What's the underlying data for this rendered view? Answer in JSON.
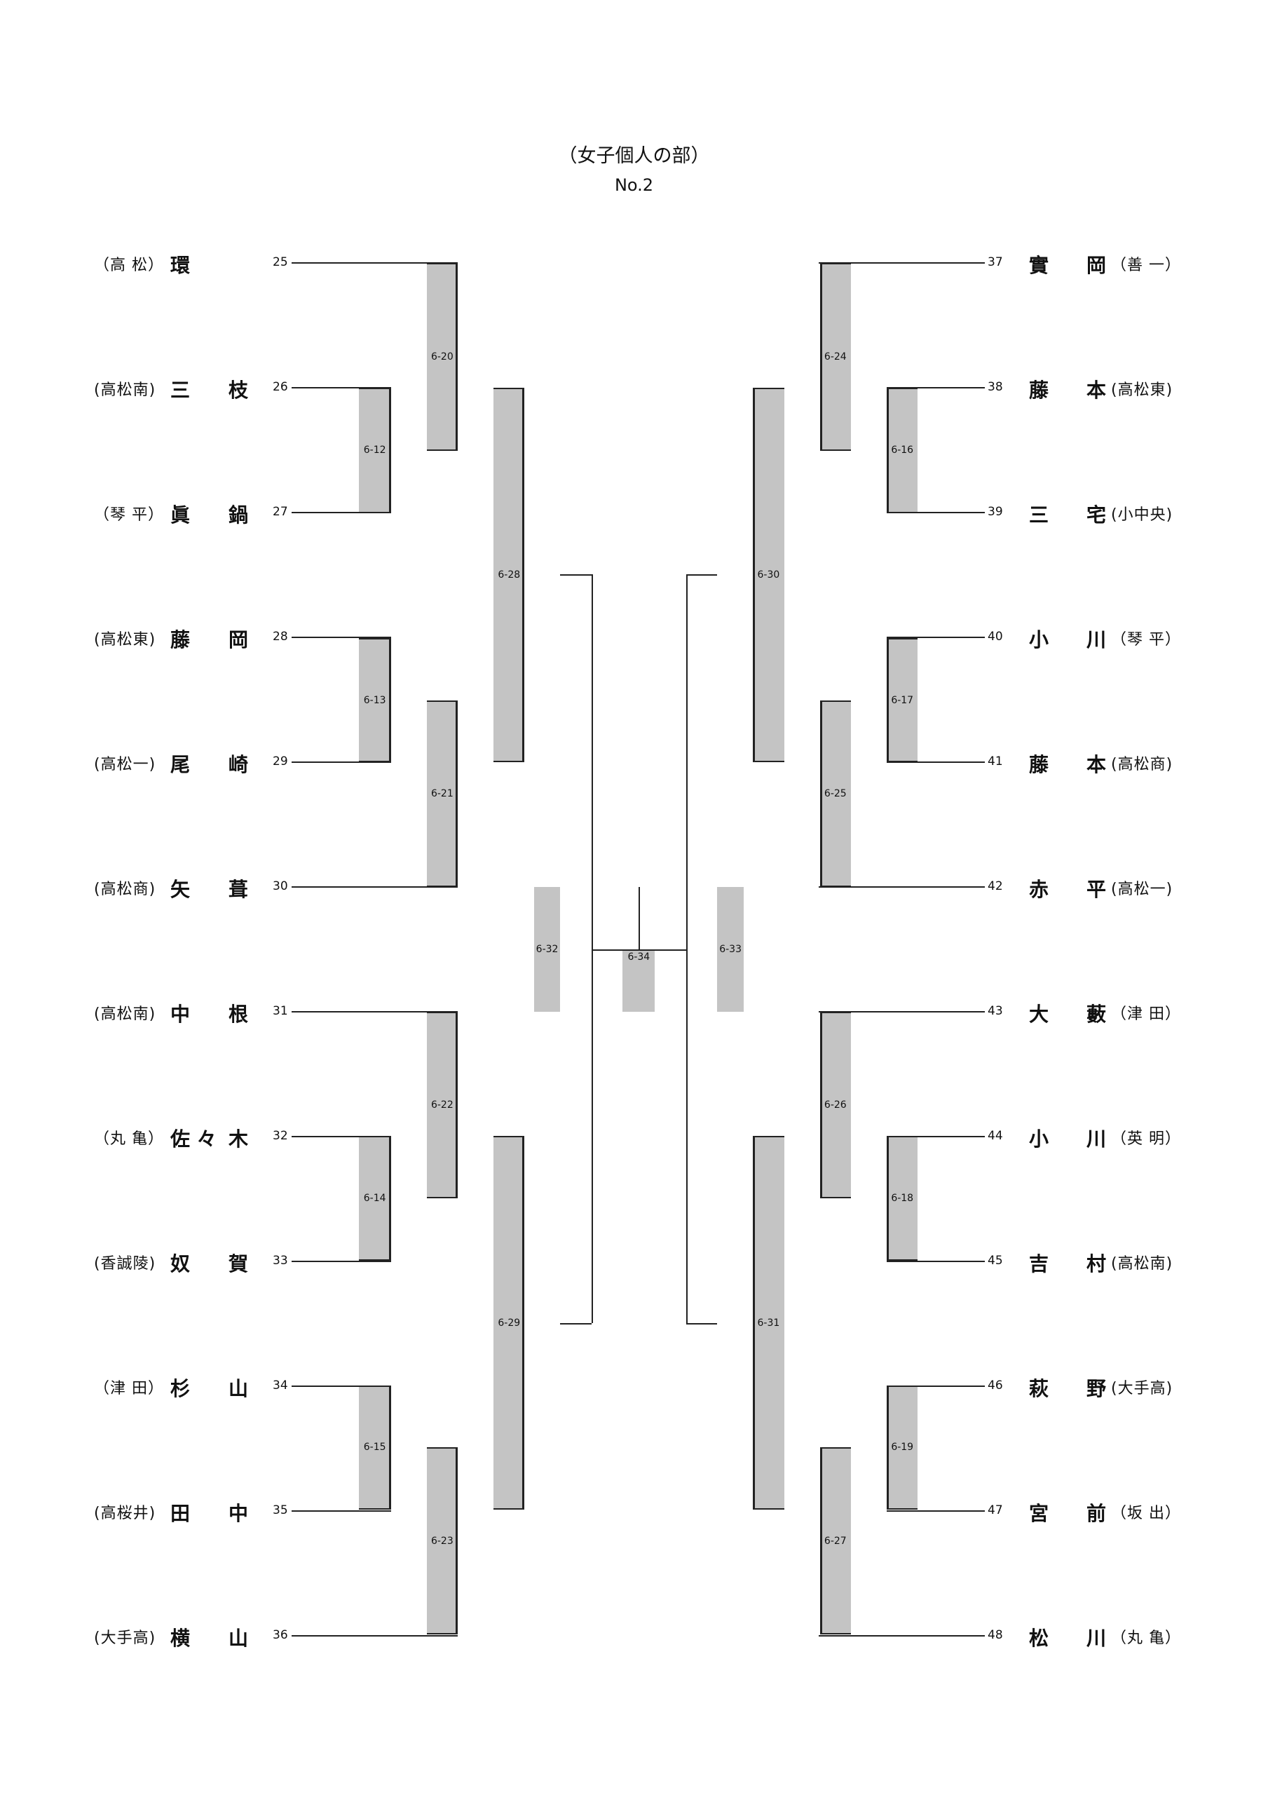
{
  "header": {
    "title": "（女子個人の部）",
    "subtitle": "No.2"
  },
  "left_players": [
    {
      "num": "25",
      "club": "（高 松）",
      "family": "環",
      "given": ""
    },
    {
      "num": "26",
      "club": "(高松南)",
      "family": "三",
      "given": "枝"
    },
    {
      "num": "27",
      "club": "（琴 平）",
      "family": "眞",
      "given": "鍋"
    },
    {
      "num": "28",
      "club": "(高松東)",
      "family": "藤",
      "given": "岡"
    },
    {
      "num": "29",
      "club": "(高松一)",
      "family": "尾",
      "given": "崎"
    },
    {
      "num": "30",
      "club": "(高松商)",
      "family": "矢",
      "given": "葺"
    },
    {
      "num": "31",
      "club": "(高松南)",
      "family": "中",
      "given": "根"
    },
    {
      "num": "32",
      "club": "（丸 亀）",
      "family": "佐 々",
      "given": "木"
    },
    {
      "num": "33",
      "club": "(香誠陵)",
      "family": "奴",
      "given": "賀"
    },
    {
      "num": "34",
      "club": "（津 田）",
      "family": "杉",
      "given": "山"
    },
    {
      "num": "35",
      "club": "(高桜井)",
      "family": "田",
      "given": "中"
    },
    {
      "num": "36",
      "club": "(大手高)",
      "family": "横",
      "given": "山"
    }
  ],
  "right_players": [
    {
      "num": "37",
      "family": "實",
      "given": "岡",
      "club": "（善 一）"
    },
    {
      "num": "38",
      "family": "藤",
      "given": "本",
      "club": "(高松東)"
    },
    {
      "num": "39",
      "family": "三",
      "given": "宅",
      "club": "(小中央)"
    },
    {
      "num": "40",
      "family": "小",
      "given": "川",
      "club": "（琴 平）"
    },
    {
      "num": "41",
      "family": "藤",
      "given": "本",
      "club": "(高松商)"
    },
    {
      "num": "42",
      "family": "赤",
      "given": "平",
      "club": "(高松一)"
    },
    {
      "num": "43",
      "family": "大",
      "given": "藪",
      "club": "（津 田）"
    },
    {
      "num": "44",
      "family": "小",
      "given": "川",
      "club": "（英 明）"
    },
    {
      "num": "45",
      "family": "吉",
      "given": "村",
      "club": "(高松南)"
    },
    {
      "num": "46",
      "family": "萩",
      "given": "野",
      "club": "(大手高)"
    },
    {
      "num": "47",
      "family": "宮",
      "given": "前",
      "club": "（坂 出）"
    },
    {
      "num": "48",
      "family": "松",
      "given": "川",
      "club": "（丸 亀）"
    }
  ],
  "matches": [
    "6-12",
    "6-13",
    "6-14",
    "6-15",
    "6-16",
    "6-17",
    "6-18",
    "6-19",
    "6-20",
    "6-21",
    "6-22",
    "6-23",
    "6-24",
    "6-25",
    "6-26",
    "6-27",
    "6-28",
    "6-29",
    "6-30",
    "6-31",
    "6-32",
    "6-33",
    "6-34"
  ]
}
